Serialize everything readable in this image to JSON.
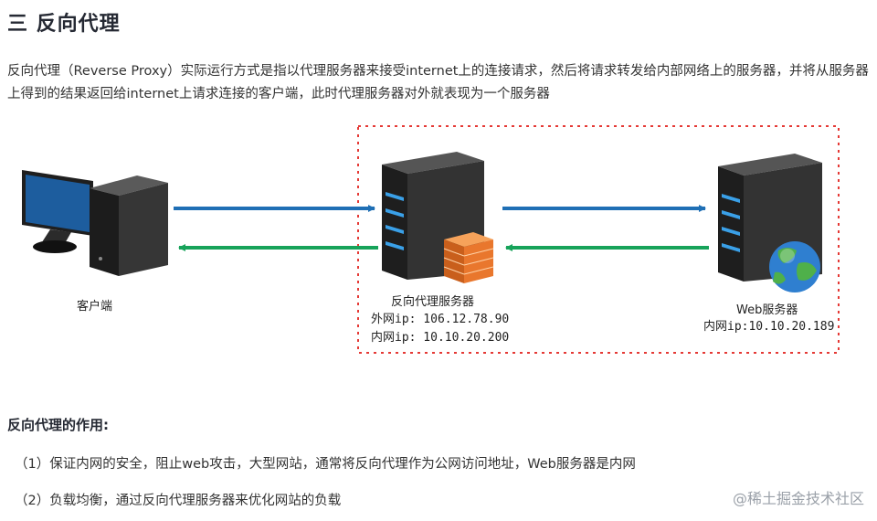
{
  "section": {
    "title": "三 反向代理",
    "intro": "反向代理（Reverse Proxy）实际运行方式是指以代理服务器来接受internet上的连接请求，然后将请求转发给内部网络上的服务器，并将从服务器上得到的结果返回给internet上请求连接的客户端，此时代理服务器对外就表现为一个服务器"
  },
  "diagram": {
    "client": {
      "label": "客户端",
      "icon": "desktop-computer-icon"
    },
    "proxy": {
      "label": "反向代理服务器",
      "external_ip": "外网ip: 106.12.78.90",
      "internal_ip": "内网ip: 10.10.20.200",
      "icon": "server-with-firewall-icon"
    },
    "web": {
      "label": "Web服务器",
      "internal_ip": "内网ip:10.10.20.189",
      "icon": "server-with-globe-icon"
    },
    "colors": {
      "request_arrow": "#1f6fb5",
      "response_arrow": "#17a35a",
      "boundary": "#e53935"
    }
  },
  "roles": {
    "heading": "反向代理的作用:",
    "items": [
      "（1）保证内网的安全，阻止web攻击，大型网站，通常将反向代理作为公网访问地址，Web服务器是内网",
      "（2）负载均衡，通过反向代理服务器来优化网站的负载"
    ]
  },
  "watermark": "@稀土掘金技术社区"
}
